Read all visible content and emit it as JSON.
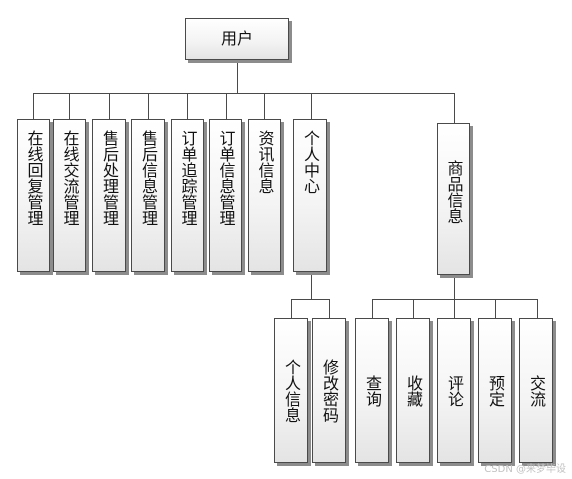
{
  "diagram": {
    "root": {
      "label": "用户"
    },
    "children": [
      {
        "label": "在线回复管理"
      },
      {
        "label": "在线交流管理"
      },
      {
        "label": "售后处理管理"
      },
      {
        "label": "售后信息管理"
      },
      {
        "label": "订单追踪管理"
      },
      {
        "label": "订单信息管理"
      },
      {
        "label": "资讯信息"
      },
      {
        "label": "个人中心"
      },
      {
        "label": "商品信息"
      }
    ],
    "personal_center_children": [
      {
        "label": "个人信息"
      },
      {
        "label": "修改密码"
      }
    ],
    "product_info_children": [
      {
        "label": "查询"
      },
      {
        "label": "收藏"
      },
      {
        "label": "评论"
      },
      {
        "label": "预定"
      },
      {
        "label": "交流"
      }
    ]
  },
  "watermark": "CSDN @来梦毕设",
  "colors": {
    "line": "#4a4a4a",
    "shadow": "#8c8c8c",
    "box_fill": "#f4f4f4"
  }
}
